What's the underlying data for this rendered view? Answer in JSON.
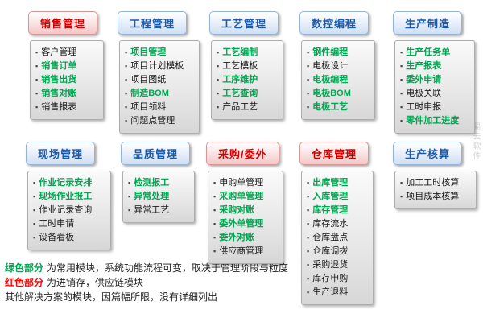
{
  "colors": {
    "blue_header_text": "#1f5aa8",
    "red_header_text": "#d00000",
    "key_item_green": "#00a651",
    "legend_red": "#ff0000"
  },
  "watermark": "易云软件",
  "modules": [
    {
      "id": "sales",
      "title": "销售管理",
      "theme": "red",
      "items": [
        {
          "label": "客户管理",
          "key": false
        },
        {
          "label": "销售订单",
          "key": true
        },
        {
          "label": "销售出货",
          "key": true
        },
        {
          "label": "销售对账",
          "key": true
        },
        {
          "label": "销售报表",
          "key": false
        }
      ]
    },
    {
      "id": "engineering",
      "title": "工程管理",
      "theme": "blue",
      "items": [
        {
          "label": "项目管理",
          "key": true
        },
        {
          "label": "项目计划模板",
          "key": false
        },
        {
          "label": "项目图纸",
          "key": false
        },
        {
          "label": "制造BOM",
          "key": true
        },
        {
          "label": "项目领料",
          "key": false
        },
        {
          "label": "问题点管理",
          "key": false
        }
      ]
    },
    {
      "id": "process",
      "title": "工艺管理",
      "theme": "blue",
      "items": [
        {
          "label": "工艺编制",
          "key": true
        },
        {
          "label": "工艺模板",
          "key": false
        },
        {
          "label": "工序维护",
          "key": true
        },
        {
          "label": "工艺查询",
          "key": true
        },
        {
          "label": "产品工艺",
          "key": false
        }
      ]
    },
    {
      "id": "nc",
      "title": "数控编程",
      "theme": "blue",
      "items": [
        {
          "label": "钢件编程",
          "key": true
        },
        {
          "label": "电极设计",
          "key": false
        },
        {
          "label": "电极编程",
          "key": true
        },
        {
          "label": "电极BOM",
          "key": true
        },
        {
          "label": "电极工艺",
          "key": true
        }
      ]
    },
    {
      "id": "production",
      "title": "生产制造",
      "theme": "blue",
      "items": [
        {
          "label": "生产任务单",
          "key": true
        },
        {
          "label": "生产报表",
          "key": true
        },
        {
          "label": "委外申请",
          "key": true
        },
        {
          "label": "电极关联",
          "key": false
        },
        {
          "label": "工时申报",
          "key": false
        },
        {
          "label": "零件加工进度",
          "key": true
        }
      ]
    },
    {
      "id": "shopfloor",
      "title": "现场管理",
      "theme": "blue",
      "items": [
        {
          "label": "作业记录安排",
          "key": true
        },
        {
          "label": "现场作业报工",
          "key": true
        },
        {
          "label": "作业记录查询",
          "key": false
        },
        {
          "label": "工时申请",
          "key": false
        },
        {
          "label": "设备看板",
          "key": false
        }
      ]
    },
    {
      "id": "quality",
      "title": "品质管理",
      "theme": "blue",
      "items": [
        {
          "label": "检测报工",
          "key": true
        },
        {
          "label": "异常处理",
          "key": true
        },
        {
          "label": "异常工艺",
          "key": false
        }
      ]
    },
    {
      "id": "purchase",
      "title": "采购/委外",
      "theme": "red",
      "items": [
        {
          "label": "申购单管理",
          "key": false
        },
        {
          "label": "采购单管理",
          "key": true
        },
        {
          "label": "采购对账",
          "key": true
        },
        {
          "label": "委外单管理",
          "key": true
        },
        {
          "label": "委外对账",
          "key": true
        },
        {
          "label": "供应商管理",
          "key": false
        }
      ]
    },
    {
      "id": "warehouse",
      "title": "仓库管理",
      "theme": "red",
      "items": [
        {
          "label": "出库管理",
          "key": true
        },
        {
          "label": "入库管理",
          "key": true
        },
        {
          "label": "库存管理",
          "key": true
        },
        {
          "label": "库存流水",
          "key": false
        },
        {
          "label": "仓库盘点",
          "key": false
        },
        {
          "label": "仓库调拨",
          "key": false
        },
        {
          "label": "采购退货",
          "key": false
        },
        {
          "label": "库存申购",
          "key": false
        },
        {
          "label": "生产退料",
          "key": false
        }
      ]
    },
    {
      "id": "accounting",
      "title": "生产核算",
      "theme": "blue",
      "items": [
        {
          "label": "加工工时核算",
          "key": false
        },
        {
          "label": "项目成本核算",
          "key": false
        }
      ]
    }
  ],
  "legend": {
    "line1_prefix": "绿色部分",
    "line1_text": "为常用模块，系统功能流程可变，取决于管理阶段与粒度",
    "line2_prefix": "红色部分",
    "line2_text": "为进销存，供应链模块",
    "line3_text": "其他解决方案的模块，因篇幅所限，没有详细列出"
  }
}
